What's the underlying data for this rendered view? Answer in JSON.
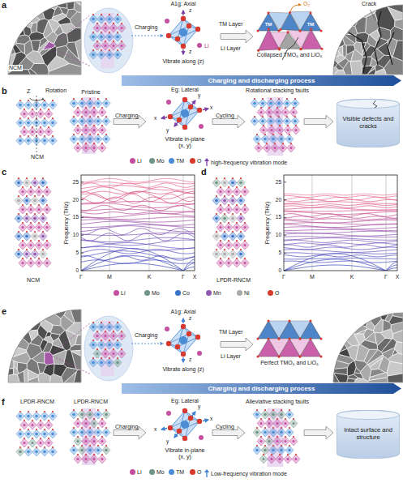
{
  "diagram": {
    "nodes": [
      {
        "text": [
          "Charging and discharging process"
        ]
      },
      {
        "text": [
          "Visible defects and cracks"
        ]
      },
      {
        "text": [
          "Charging and discharging process"
        ]
      },
      {
        "text": [
          "Intact surface and structure"
        ]
      }
    ],
    "labels": [
      "a",
      "NCM",
      "Charging",
      "A1g: Axial",
      "z",
      "z",
      "Li",
      "Vibrate along (z)",
      "TM Layer",
      "Li Layer",
      "O₂",
      "TM",
      "TM",
      "Crack",
      "Collapsed TMO₆ and LiO₆",
      "b",
      "Z",
      "Rotation",
      "Pristine",
      "NCM",
      "Charging",
      "Eg: Lateral",
      "x",
      "y",
      "x",
      "y",
      "Vibrate in-plane (x, y)",
      "Cycling",
      "Rotational stacking faults",
      "c",
      "NCM",
      "Frequency (THz)",
      "0",
      "5",
      "10",
      "15",
      "20",
      "25",
      "Γ",
      "M",
      "K",
      "Γ",
      "X",
      "d",
      "LPDR-RNCM",
      "Frequency (THz)",
      "0",
      "5",
      "10",
      "15",
      "20",
      "25",
      "Γ",
      "M",
      "K",
      "Γ",
      "X",
      "e",
      "Charging",
      "A1g: Axial",
      "z",
      "z",
      "Vibrate along (z)",
      "TM Layer",
      "Li Layer",
      "Perfect TMO₆ and LiO₆",
      "f",
      "LPDR-RNCM",
      "LPDR-RNCM",
      "Charging",
      "Eg: Lateral",
      "x",
      "y",
      "x",
      "y",
      "Vibrate in-plane (x, y)",
      "Cycling",
      "Alleviative stacking faults"
    ],
    "legend": [
      {
        "text": "Li",
        "color": "#c44fa0"
      },
      {
        "text": "Mo",
        "color": "#6f9486"
      },
      {
        "text": "TM",
        "color": "#4b8ed6"
      },
      {
        "text": "O",
        "color": "#d8392f"
      },
      {
        "text": "high-frequency vibration mode"
      },
      {
        "text": "Li",
        "color": "#c44fa0"
      },
      {
        "text": "Mo",
        "color": "#6f9486"
      },
      {
        "text": "Co",
        "color": "#3a74c9"
      },
      {
        "text": "Mn",
        "color": "#8e58b0"
      },
      {
        "text": "Ni",
        "color": "#a9a9a9"
      },
      {
        "text": "O",
        "color": "#d8392f"
      },
      {
        "text": "Li",
        "color": "#c44fa0"
      },
      {
        "text": "Mo",
        "color": "#6f9486"
      },
      {
        "text": "TM",
        "color": "#4b8ed6"
      },
      {
        "text": "O",
        "color": "#d8392f"
      },
      {
        "text": "Low-frequency vibration mode"
      }
    ]
  }
}
